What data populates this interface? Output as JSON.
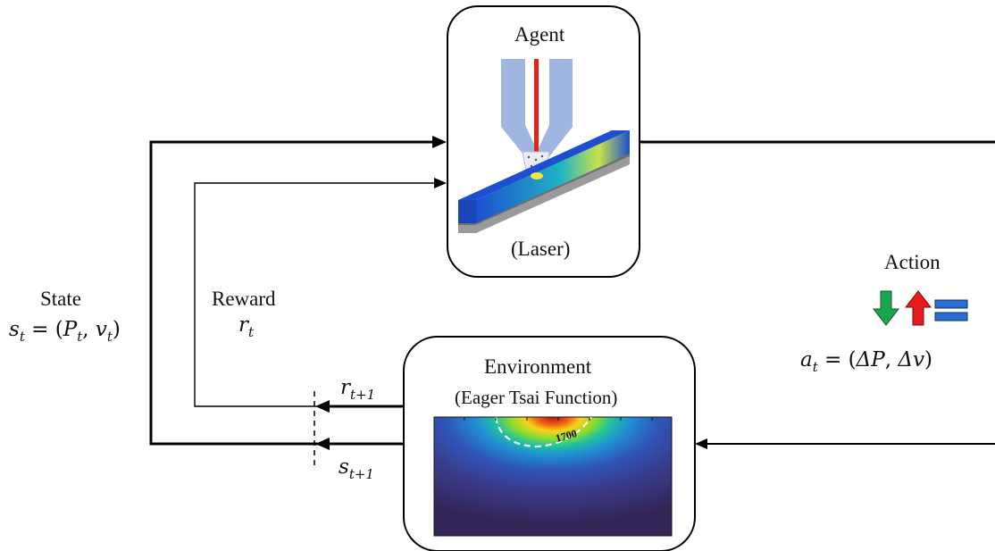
{
  "agent": {
    "title": "Agent",
    "subtitle": "(Laser)"
  },
  "environment": {
    "title": "Environment",
    "subtitle": "(Eager Tsai Function)",
    "contour_label": "1700"
  },
  "state": {
    "label": "State",
    "symbol": "s",
    "sub": "t",
    "eq": " = (",
    "p": "P",
    "p_sub": "t",
    "comma": ", ",
    "v": "v",
    "v_sub": "t",
    "close": ")"
  },
  "reward": {
    "label": "Reward",
    "symbol": "r",
    "sub": "t"
  },
  "next_reward": {
    "symbol": "r",
    "sub": "t+1"
  },
  "next_state": {
    "symbol": "s",
    "sub": "t+1"
  },
  "action": {
    "label": "Action",
    "symbol": "a",
    "sub": "t",
    "eq": " = (",
    "dp": "ΔP",
    "comma": ", ",
    "dv": "Δv",
    "close": ")"
  },
  "colors": {
    "line": "#000000",
    "beam": "#e02418",
    "nozzle": "#9fb7e0",
    "beam_top": "#1d4fd1",
    "substrate": "#9a9a9a",
    "arrow_down": "#1aa64a",
    "arrow_up": "#e61c1c",
    "equals": "#2b6ed3"
  },
  "icons": [
    "arrow-down-icon",
    "arrow-up-icon",
    "equals-icon"
  ]
}
